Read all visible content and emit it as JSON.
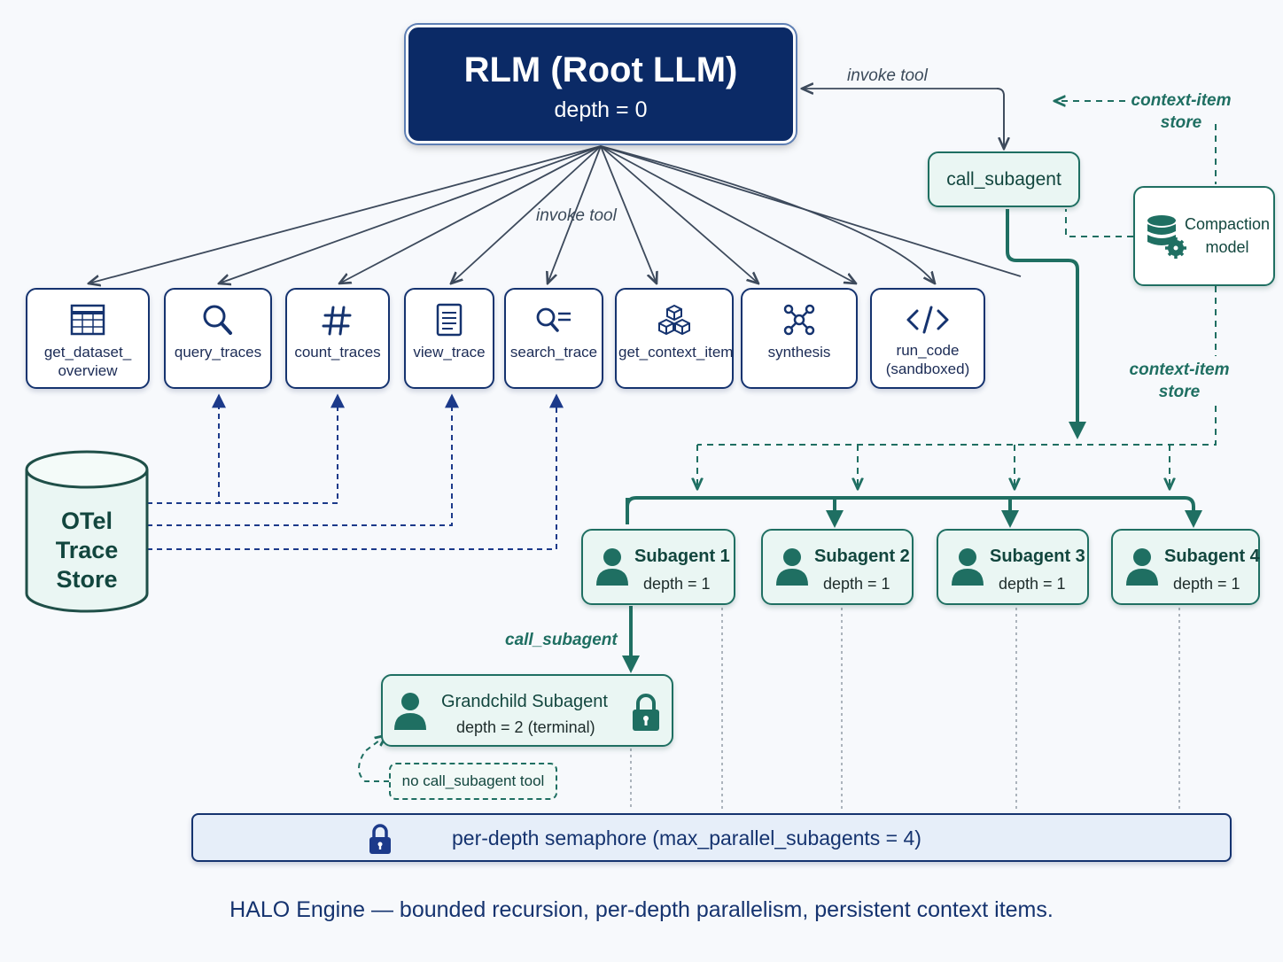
{
  "root": {
    "title": "RLM (Root LLM)",
    "depth": "depth = 0"
  },
  "labels": {
    "invoke_tool_top": "invoke tool",
    "invoke_tool_mid": "invoke tool",
    "context_store_top": "context-item\nstore",
    "context_store_mid": "context-item\nstore",
    "call_subagent_edge": "call_subagent"
  },
  "tools": [
    {
      "label": "get_dataset_\noverview",
      "icon": "table-icon"
    },
    {
      "label": "query_traces",
      "icon": "magnifier-icon"
    },
    {
      "label": "count_traces",
      "icon": "hash-icon"
    },
    {
      "label": "view_trace",
      "icon": "document-icon"
    },
    {
      "label": "search_trace",
      "icon": "search-list-icon"
    },
    {
      "label": "get_context_item",
      "icon": "cubes-icon"
    },
    {
      "label": "synthesis",
      "icon": "network-icon"
    },
    {
      "label": "run_code\n(sandboxed)",
      "icon": "code-icon"
    }
  ],
  "call_subagent": {
    "label": "call_subagent"
  },
  "compaction": {
    "label": "Compaction\nmodel",
    "icon": "database-gear-icon"
  },
  "otel_store": {
    "label": "OTel\nTrace\nStore",
    "icon": "cylinder-icon"
  },
  "subagents": [
    {
      "title": "Subagent 1",
      "depth": "depth = 1"
    },
    {
      "title": "Subagent 2",
      "depth": "depth = 1"
    },
    {
      "title": "Subagent 3",
      "depth": "depth = 1"
    },
    {
      "title": "Subagent 4",
      "depth": "depth = 1"
    }
  ],
  "grandchild": {
    "title": "Grandchild Subagent",
    "depth": "depth = 2 (terminal)",
    "icon": "lock-icon"
  },
  "no_call": {
    "label": "no call_subagent tool"
  },
  "semaphore": {
    "label": "per-depth semaphore (max_parallel_subagents = 4)",
    "icon": "lock-icon"
  },
  "footer": "HALO Engine — bounded recursion, per-depth parallelism, persistent context items.",
  "colors": {
    "navy": "#0b2a66",
    "teal": "#1f6f62",
    "teal_fill": "#eaf6f3",
    "background": "#f7f9fc"
  }
}
